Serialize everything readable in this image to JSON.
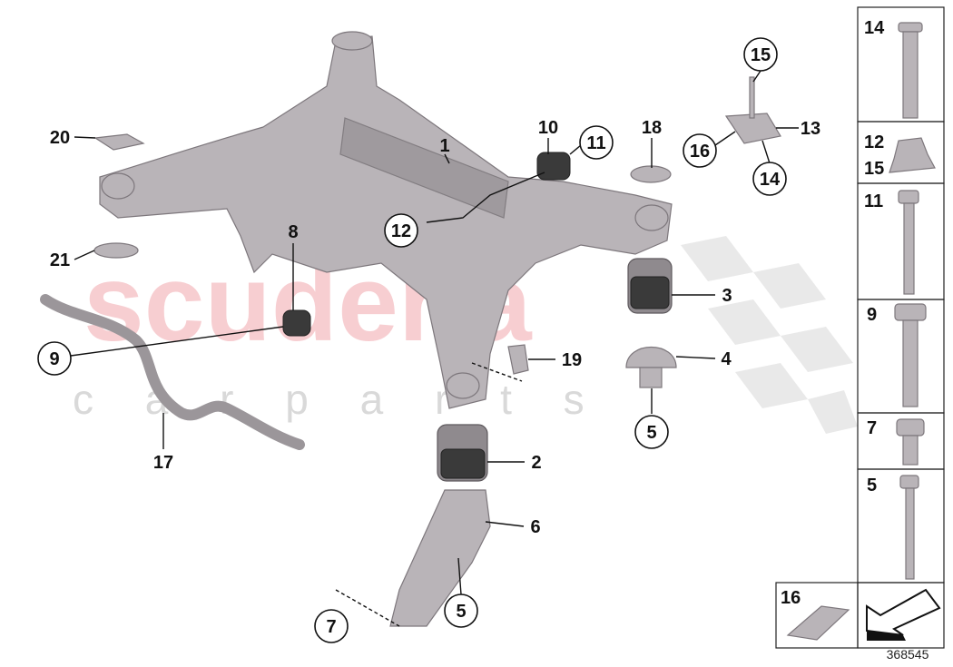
{
  "diagram": {
    "watermark": {
      "brand": "scuderia",
      "sub": "c a r p a r t s"
    },
    "reference_number": "368545",
    "callouts": [
      {
        "id": "1",
        "value": "1",
        "style": "plain"
      },
      {
        "id": "10",
        "value": "10",
        "style": "plain"
      },
      {
        "id": "11",
        "value": "11",
        "style": "circle"
      },
      {
        "id": "18",
        "value": "18",
        "style": "plain"
      },
      {
        "id": "15",
        "value": "15",
        "style": "circle"
      },
      {
        "id": "13",
        "value": "13",
        "style": "plain"
      },
      {
        "id": "16",
        "value": "16",
        "style": "circle"
      },
      {
        "id": "14",
        "value": "14",
        "style": "circle"
      },
      {
        "id": "20",
        "value": "20",
        "style": "plain"
      },
      {
        "id": "21",
        "value": "21",
        "style": "plain"
      },
      {
        "id": "12",
        "value": "12",
        "style": "circle"
      },
      {
        "id": "8",
        "value": "8",
        "style": "plain"
      },
      {
        "id": "9",
        "value": "9",
        "style": "circle"
      },
      {
        "id": "3",
        "value": "3",
        "style": "plain"
      },
      {
        "id": "4",
        "value": "4",
        "style": "plain"
      },
      {
        "id": "5a",
        "value": "5",
        "style": "circle"
      },
      {
        "id": "19",
        "value": "19",
        "style": "plain"
      },
      {
        "id": "2",
        "value": "2",
        "style": "plain"
      },
      {
        "id": "6",
        "value": "6",
        "style": "plain"
      },
      {
        "id": "5b",
        "value": "5",
        "style": "circle"
      },
      {
        "id": "7",
        "value": "7",
        "style": "circle"
      },
      {
        "id": "17",
        "value": "17",
        "style": "plain"
      }
    ],
    "fastener_panels": [
      {
        "labels": [
          "14"
        ]
      },
      {
        "labels": [
          "12",
          "15"
        ]
      },
      {
        "labels": [
          "11"
        ]
      },
      {
        "labels": [
          "9"
        ]
      },
      {
        "labels": [
          "7"
        ]
      },
      {
        "labels": [
          "5"
        ]
      },
      {
        "labels": [
          "16"
        ]
      }
    ]
  }
}
